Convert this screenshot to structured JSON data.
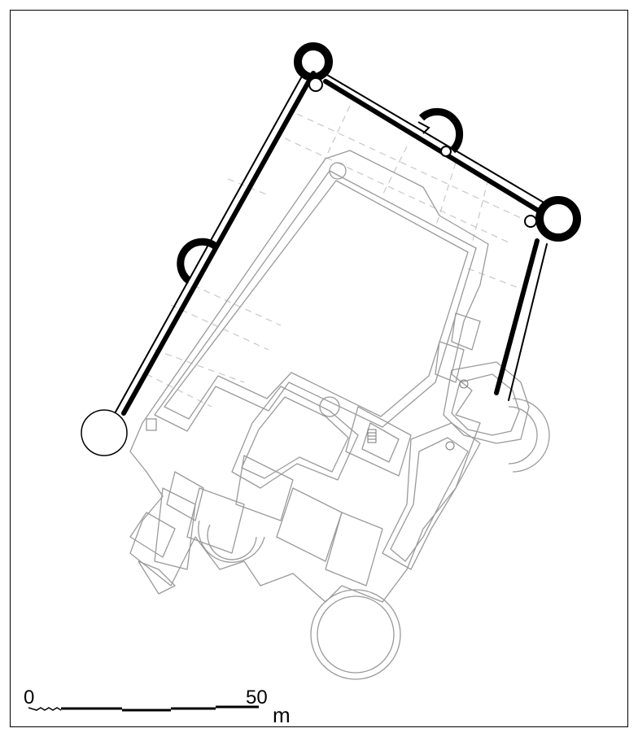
{
  "scale_bar": {
    "start_label": "0",
    "end_label": "50",
    "unit": "m"
  },
  "colors": {
    "ink": "#000000",
    "ruin_outline": "#9a9a9a",
    "hidden_line": "#c4c4c4",
    "paper": "#ffffff"
  }
}
